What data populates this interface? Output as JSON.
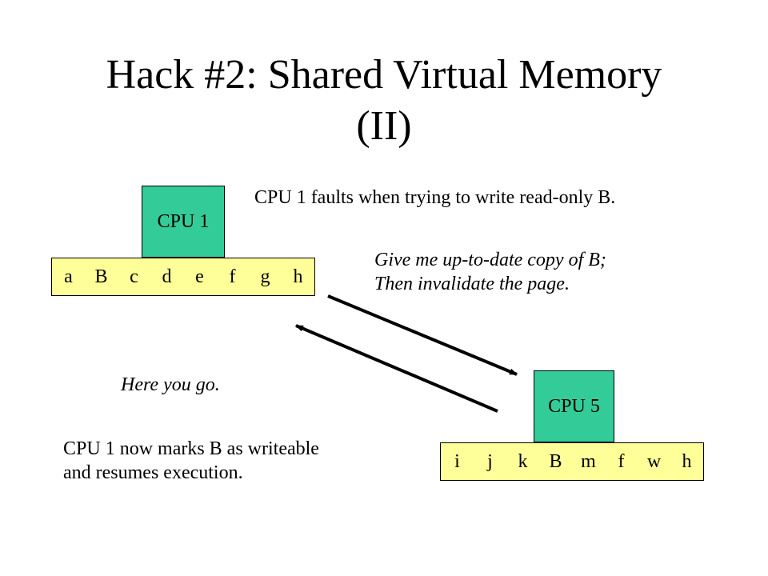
{
  "title": {
    "line1": "Hack #2: Shared Virtual Memory",
    "line2": "(II)"
  },
  "cpu1": {
    "label": "CPU 1",
    "pages": [
      "a",
      "B",
      "c",
      "d",
      "e",
      "f",
      "g",
      "h"
    ]
  },
  "cpu5": {
    "label": "CPU 5",
    "pages": [
      "i",
      "j",
      "k",
      "B",
      "m",
      "f",
      "w",
      "h"
    ]
  },
  "notes": {
    "fault": "CPU 1 faults when trying to write read-only B.",
    "request_line1": "Give me up-to-date copy of B;",
    "request_line2": "Then invalidate the page.",
    "reply": "Here you go.",
    "resume_line1": "CPU 1 now marks B as writeable",
    "resume_line2": "and resumes execution."
  },
  "colors": {
    "cpu_box": "#33cc99",
    "page_cells": "#ffff99",
    "arrow": "#000000"
  }
}
